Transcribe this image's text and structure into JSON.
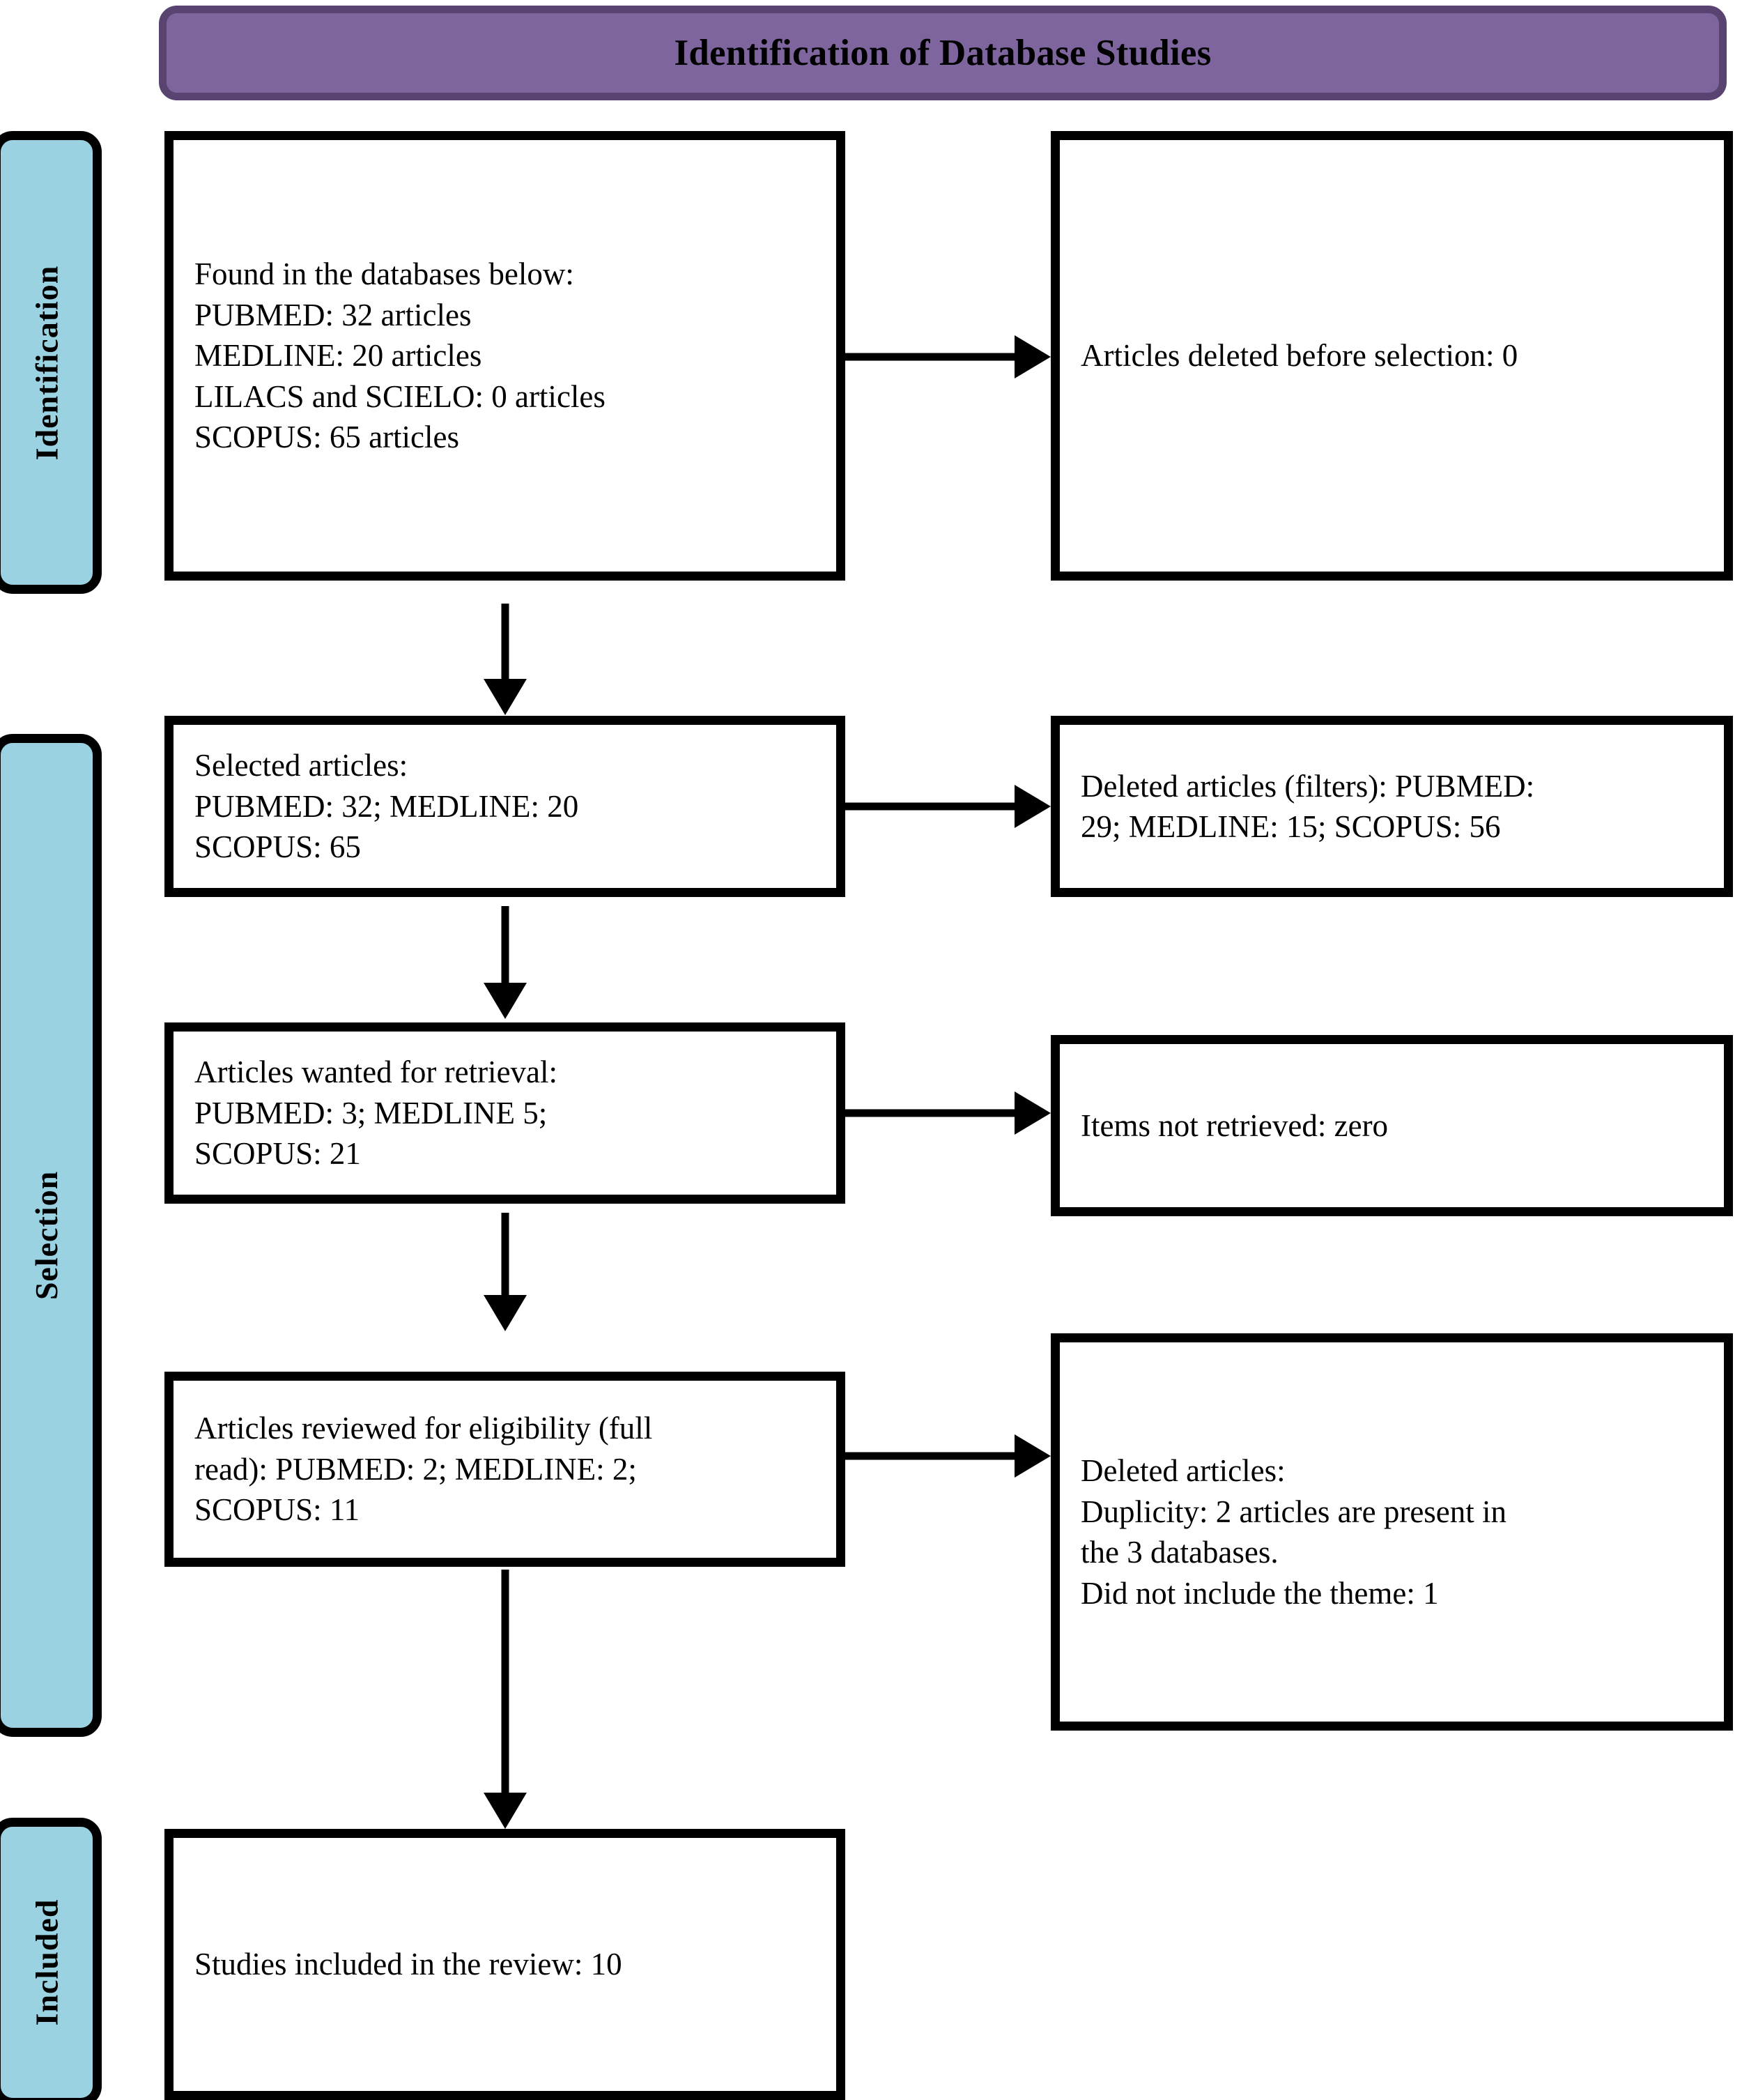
{
  "header": {
    "title": "Identification of Database Studies",
    "fill_color": "#7E659E",
    "border_color": "#584371"
  },
  "stage_bands": [
    {
      "label": "Identification",
      "fill_color": "#9BD2E2"
    },
    {
      "label": "Selection",
      "fill_color": "#9BD2E2"
    },
    {
      "label": "Included",
      "fill_color": "#9BD2E2"
    }
  ],
  "flow": {
    "left_boxes": [
      {
        "id": "found-databases",
        "text": "Found in the databases below:\n    PUBMED: 32 articles\n    MEDLINE: 20 articles\n    LILACS and SCIELO: 0 articles\n    SCOPUS: 65 articles"
      },
      {
        "id": "selected-articles",
        "text": "Selected articles:\nPUBMED: 32; MEDLINE: 20\nSCOPUS: 65"
      },
      {
        "id": "articles-wanted-retrieval",
        "text": "Articles wanted for retrieval:\nPUBMED: 3; MEDLINE 5;\nSCOPUS: 21"
      },
      {
        "id": "articles-reviewed-eligibility",
        "text": "Articles reviewed for eligibility (full\nread): PUBMED: 2; MEDLINE: 2;\nSCOPUS: 11"
      },
      {
        "id": "studies-included",
        "text": "Studies included in the review: 10"
      }
    ],
    "right_boxes": [
      {
        "id": "articles-deleted-before-selection",
        "text": "Articles deleted before selection: 0"
      },
      {
        "id": "deleted-articles-filters",
        "text": "Deleted articles (filters): PUBMED:\n29; MEDLINE: 15; SCOPUS: 56"
      },
      {
        "id": "items-not-retrieved",
        "text": "Items not retrieved: zero"
      },
      {
        "id": "deleted-articles-reasons",
        "text": "Deleted articles:\nDuplicity: 2 articles are present in\nthe 3 databases.\nDid not include the theme: 1"
      }
    ]
  },
  "chart_data": {
    "type": "diagram",
    "title": "Identification of Database Studies",
    "diagram_kind": "PRISMA flow diagram",
    "stages": [
      "Identification",
      "Selection",
      "Included"
    ],
    "records": {
      "identified": {
        "PUBMED": 32,
        "MEDLINE": 20,
        "LILACS_and_SCIELO": 0,
        "SCOPUS": 65
      },
      "deleted_before_selection": 0,
      "selected": {
        "PUBMED": 32,
        "MEDLINE": 20,
        "SCOPUS": 65
      },
      "deleted_by_filters": {
        "PUBMED": 29,
        "MEDLINE": 15,
        "SCOPUS": 56
      },
      "wanted_for_retrieval": {
        "PUBMED": 3,
        "MEDLINE": 5,
        "SCOPUS": 21
      },
      "items_not_retrieved": 0,
      "reviewed_for_eligibility_full_read": {
        "PUBMED": 2,
        "MEDLINE": 2,
        "SCOPUS": 11
      },
      "deleted_duplicity": 2,
      "deleted_did_not_include_theme": 1,
      "studies_included_in_review": 10
    }
  }
}
